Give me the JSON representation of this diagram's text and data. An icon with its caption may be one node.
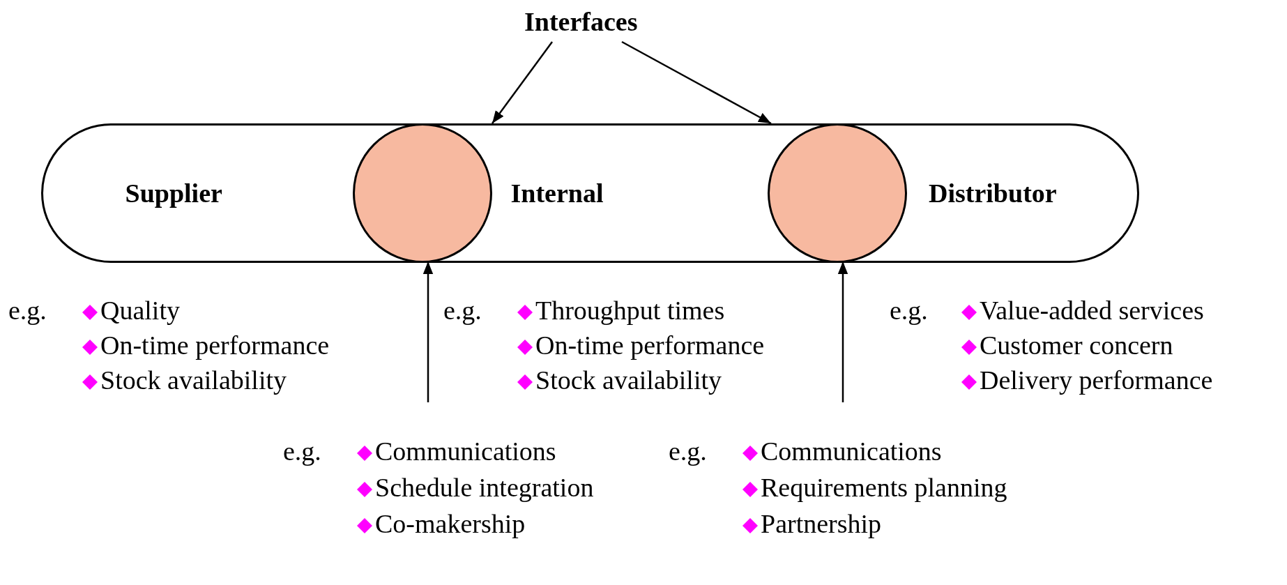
{
  "diagram": {
    "nodes": [
      {
        "text": [
          "Interfaces"
        ]
      },
      {
        "text": [
          "Supplier",
          "Internal",
          "Distributor"
        ]
      },
      {
        "text": [],
        "shape": "circle",
        "in": 1
      },
      {
        "text": [],
        "shape": "circle",
        "in": 1
      },
      {
        "text": [
          "e.g.",
          "Communications",
          "Schedule integration",
          "Co-makership"
        ]
      },
      {
        "text": [
          "e.g.",
          "Communications",
          "Requirements planning",
          "Partnership"
        ]
      }
    ],
    "edges": [
      {
        "from": 0,
        "to": 2,
        "arrow": "to"
      },
      {
        "from": 0,
        "to": 3,
        "arrow": "to"
      },
      {
        "from": 4,
        "to": 2,
        "arrow": "to"
      },
      {
        "from": 5,
        "to": 3,
        "arrow": "to"
      }
    ],
    "labels": [
      "e.g.",
      "Quality",
      "On-time performance",
      "Stock availability",
      "e.g.",
      "Throughput times",
      "On-time performance",
      "Stock availability",
      "e.g.",
      "Value-added services",
      "Customer concern",
      "Delivery performance"
    ]
  }
}
